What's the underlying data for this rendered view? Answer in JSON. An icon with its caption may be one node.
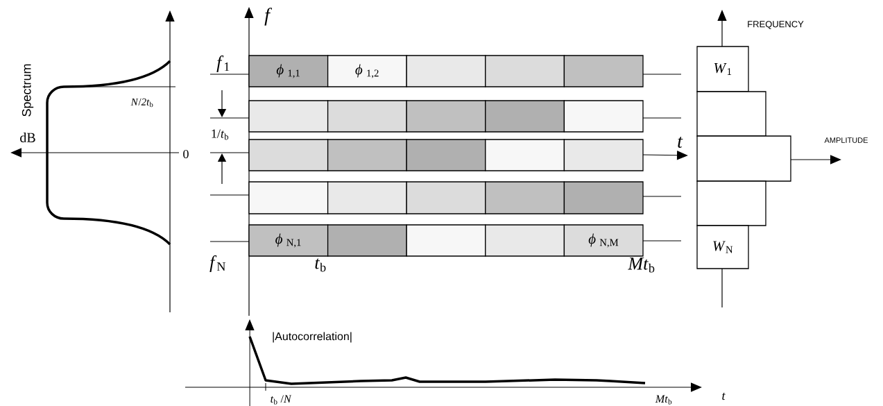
{
  "diagram": {
    "nodes": [
      {
        "text": [
          "*ϕ* $_{1,1}$"
        ]
      },
      {
        "text": [
          "*ϕ* $_{1,2}$"
        ]
      },
      {
        "text": [],
        "shape": "box"
      },
      {
        "text": [],
        "shape": "box"
      },
      {
        "text": [],
        "shape": "box"
      },
      {
        "text": [],
        "shape": "box"
      },
      {
        "text": [],
        "shape": "box"
      },
      {
        "text": [],
        "shape": "box"
      },
      {
        "text": [],
        "shape": "box"
      },
      {
        "text": [],
        "shape": "box"
      },
      {
        "text": [],
        "shape": "box"
      },
      {
        "text": [],
        "shape": "box"
      },
      {
        "text": [],
        "shape": "box"
      },
      {
        "text": [],
        "shape": "box"
      },
      {
        "text": [],
        "shape": "box"
      },
      {
        "text": [],
        "shape": "box"
      },
      {
        "text": [],
        "shape": "box"
      },
      {
        "text": [],
        "shape": "box"
      },
      {
        "text": [],
        "shape": "box"
      },
      {
        "text": [],
        "shape": "box"
      },
      {
        "text": [
          "*ϕ* $_{N,1}$"
        ]
      },
      {
        "text": [],
        "shape": "box"
      },
      {
        "text": [],
        "shape": "box"
      },
      {
        "text": [],
        "shape": "box"
      },
      {
        "text": [
          "*ϕ* $_{N,M}$"
        ]
      },
      {
        "text": [
          "*W*$_{1}$"
        ]
      },
      {
        "text": [],
        "shape": "box"
      },
      {
        "text": [],
        "shape": "box"
      },
      {
        "text": [],
        "shape": "box"
      },
      {
        "text": [
          "*W*$_{N}$"
        ]
      }
    ],
    "labels": [
      "Spectrum",
      "f",
      "*f*$_{1}$",
      "FREQUENCY",
      "*N*/*2t*$_{b}$",
      "dB",
      "1/*t*$_{b}$",
      "0",
      "t",
      "AMPLITUDE",
      "*f*$_{N}$",
      "*t*$_{b}$",
      "*Mt*$_{b}$",
      "|Autocorrelation|",
      "t",
      "*t*$_{b}$ /*N*",
      "*Mt*$_{b}$"
    ]
  }
}
